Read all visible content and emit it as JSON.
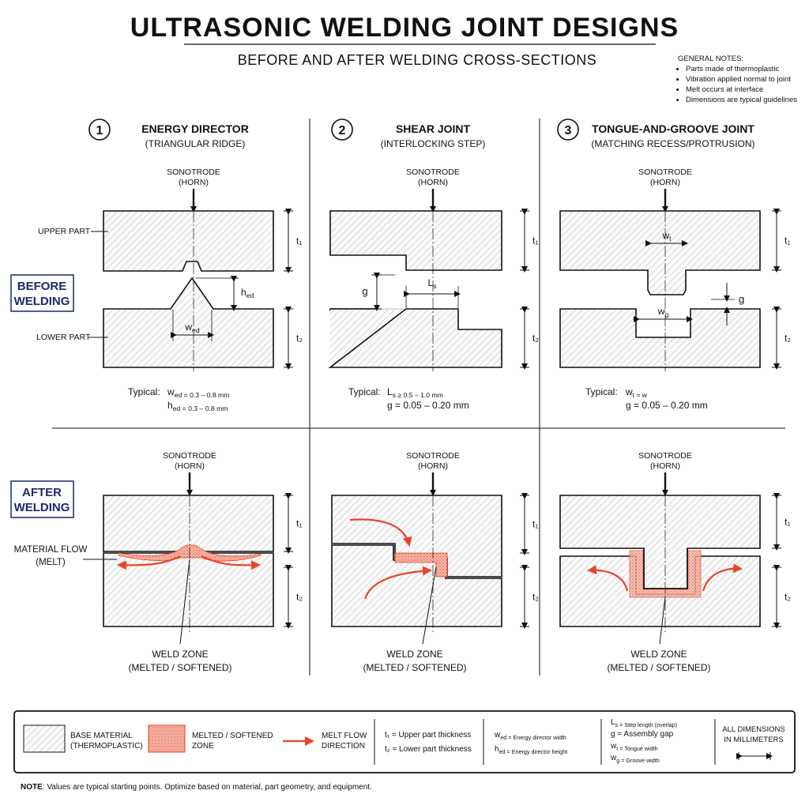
{
  "title": "ULTRASONIC WELDING JOINT DESIGNS",
  "subtitle": "BEFORE AND AFTER WELDING CROSS-SECTIONS",
  "general_notes": {
    "heading": "GENERAL NOTES:",
    "items": [
      "Parts made of thermoplastic",
      "Vibration applied normal to joint",
      "Melt occurs at interface",
      "Dimensions are typical guidelines"
    ]
  },
  "rows": {
    "before": [
      "BEFORE",
      "WELDING"
    ],
    "after": [
      "AFTER",
      "WELDING"
    ]
  },
  "panels": [
    {
      "number": "1",
      "title": "ENERGY DIRECTOR",
      "subtitle": "(TRIANGULAR RIDGE)",
      "typical": "Typical:",
      "spec1": "w_ed = 0.3 – 0.8 mm",
      "spec2": "h_ed = 0.3 – 0.8 mm"
    },
    {
      "number": "2",
      "title": "SHEAR JOINT",
      "subtitle": "(INTERLOCKING STEP)",
      "typical": "Typical:",
      "spec1": "L_s ≥ 0.5 – 1.0 mm",
      "spec2": "g = 0.05 – 0.20 mm"
    },
    {
      "number": "3",
      "title": "TONGUE-AND-GROOVE JOINT",
      "subtitle": "(MATCHING RECESS/PROTRUSION)",
      "typical": "Typical:",
      "spec1": "w_t ≈ w_g",
      "spec2": "g = 0.05 – 0.20 mm"
    }
  ],
  "labels": {
    "sonotrode": [
      "SONOTRODE",
      "(HORN)"
    ],
    "upper_part": "UPPER PART",
    "lower_part": "LOWER PART",
    "material_flow": [
      "MATERIAL FLOW",
      "(MELT)"
    ],
    "weld_zone": [
      "WELD ZONE",
      "(MELTED / SOFTENED)"
    ]
  },
  "symbols": {
    "t1": "t₁",
    "t2": "t₂",
    "hed": "h_ed",
    "wed": "w_ed",
    "g": "g",
    "Ls": "L_s",
    "wt": "w_t",
    "wg": "w_g"
  },
  "legend": {
    "base": [
      "BASE MATERIAL",
      "(THERMOPLASTIC)"
    ],
    "melt": [
      "MELTED / SOFTENED",
      "ZONE"
    ],
    "flow": [
      "MELT FLOW",
      "DIRECTION"
    ],
    "t_defs": [
      "t₁ = Upper part thickness",
      "t₂ = Lower part thickness"
    ],
    "ed_defs": [
      "w_ed = Energy director width",
      "h_ed = Energy director height"
    ],
    "sym_defs": [
      "L_s = Step length (overlap)",
      "g   = Assembly gap",
      "w_t = Tongue width",
      "w_g = Groove width"
    ],
    "units": [
      "ALL DIMENSIONS",
      "IN MILLIMETERS"
    ]
  },
  "footnote": {
    "label": "NOTE",
    "text": ": Values are typical starting points. Optimize based on material, part geometry, and equipment."
  },
  "colors": {
    "melt": "#e8452a",
    "melt_fill": "#f4b7a8",
    "ink": "#111111",
    "hatch": "#b5b5b5",
    "row_label": "#1a2a6c"
  }
}
